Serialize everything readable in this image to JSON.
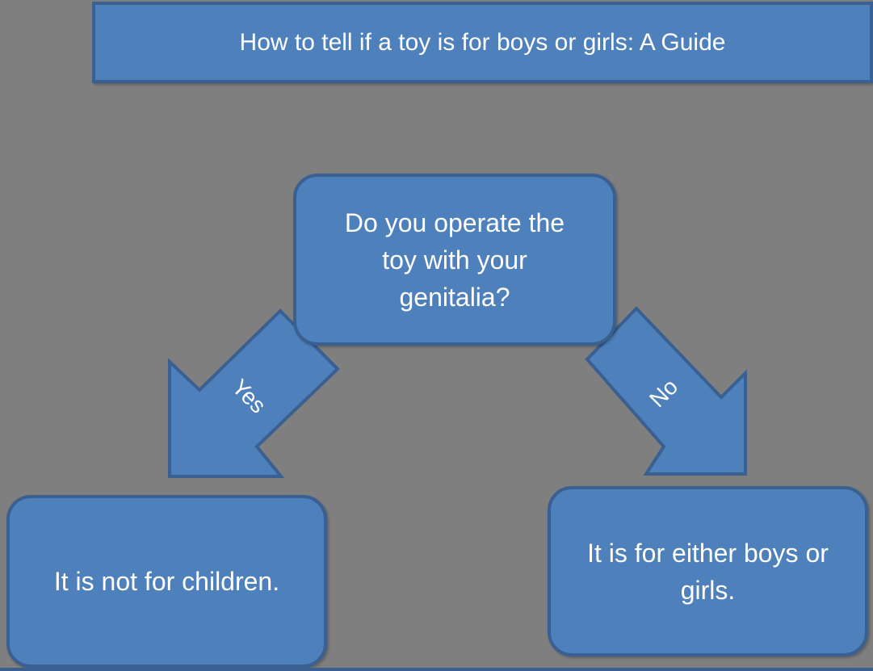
{
  "title": {
    "text": "How to tell if a toy is for boys or girls: A Guide"
  },
  "diagram": {
    "type": "flowchart",
    "question_node": {
      "text": "Do you operate the toy with your genitalia?"
    },
    "branches": [
      {
        "label": "Yes",
        "direction": "down-left",
        "result": "It is not for children."
      },
      {
        "label": "No",
        "direction": "down-right",
        "result": "It is for either boys or girls."
      }
    ]
  },
  "colors": {
    "background": "#7F7F7F",
    "shape_fill": "#4E80BC",
    "shape_border": "#3A5F91",
    "text": "#FFFFFF"
  }
}
